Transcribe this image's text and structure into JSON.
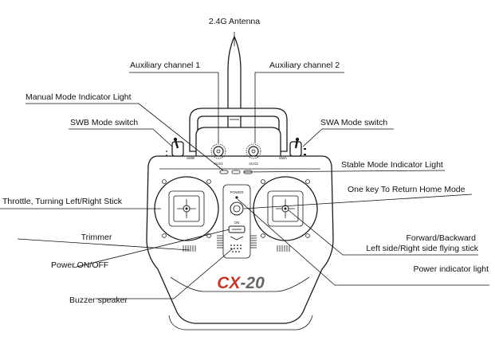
{
  "labels": {
    "antenna": "2.4G Antenna",
    "aux1": "Auxiliary channel 1",
    "aux2": "Auxiliary channel 2",
    "manual_light": "Manual Mode Indicator Light",
    "swb": "SWB Mode switch",
    "swa": "SWA Mode switch",
    "stable_light": "Stable Mode Indicator Light",
    "return_home": "One key To Return Home Mode",
    "throttle": "Throttle, Turning Left/Right Stick",
    "forward": "Forward/Backward",
    "left_right": "Left side/Right side flying stick",
    "trimmer": "Trimmer",
    "power_indicator": "Power indicator light",
    "power_onoff": "Power ON/OFF",
    "buzzer": "Buzzer speaker"
  },
  "device": {
    "brand_prefix": "CX",
    "brand_model": "-20",
    "brand_color": "#c0392b",
    "swb_mark": "SWB",
    "swa_mark": "SWA",
    "aux1_mark": "AUX1",
    "aux2_mark": "AUX2",
    "power_mark": "POWER",
    "on_mark": "ON"
  }
}
